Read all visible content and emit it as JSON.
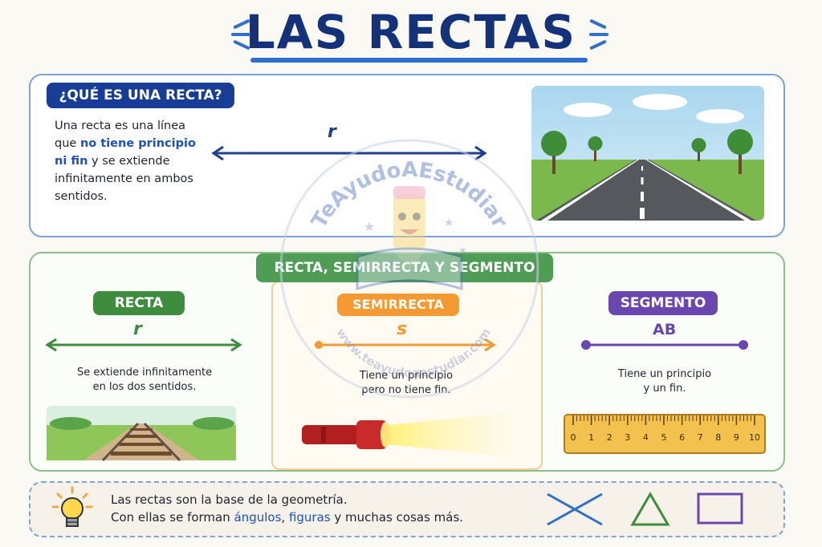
{
  "title": "LAS RECTAS",
  "question_panel": {
    "heading": "¿QUÉ ES UNA RECTA?",
    "text_before": "Una recta es una línea que ",
    "highlight": "no tiene principio ni fin",
    "text_after": " y se extiende infinitamente en ambos sentidos.",
    "line_label": "r"
  },
  "comparison": {
    "heading": "RECTA, SEMIRRECTA Y SEGMENTO",
    "recta": {
      "label": "RECTA",
      "letter": "r",
      "caption_line1": "Se extiende infinitamente",
      "caption_line2": "en los dos sentidos."
    },
    "semirrecta": {
      "label": "SEMIRRECTA",
      "letter": "s",
      "caption_line1": "Tiene un principio",
      "caption_line2": "pero no tiene fin."
    },
    "segmento": {
      "label": "SEGMENTO",
      "letter": "AB",
      "caption_line1": "Tiene un principio",
      "caption_line2": "y un fin."
    },
    "ruler_numbers": [
      "0",
      "1",
      "2",
      "3",
      "4",
      "5",
      "6",
      "7",
      "8",
      "9",
      "10"
    ]
  },
  "footer": {
    "line1": "Las rectas son la base de la geometría.",
    "line2_before": "Con ellas se forman ",
    "angulos": "ángulos",
    "comma": ", ",
    "figuras": "figuras",
    "line2_after": " y muchas cosas más."
  },
  "watermark": {
    "arc_text": "TeAyudoAEstudiar",
    "url": "www.teayudoaestudiar.com"
  },
  "colors": {
    "title": "#13327a",
    "blue": "#1f52b8",
    "green": "#3e8d3f",
    "orange": "#f59a32",
    "purple": "#6a46b0"
  }
}
